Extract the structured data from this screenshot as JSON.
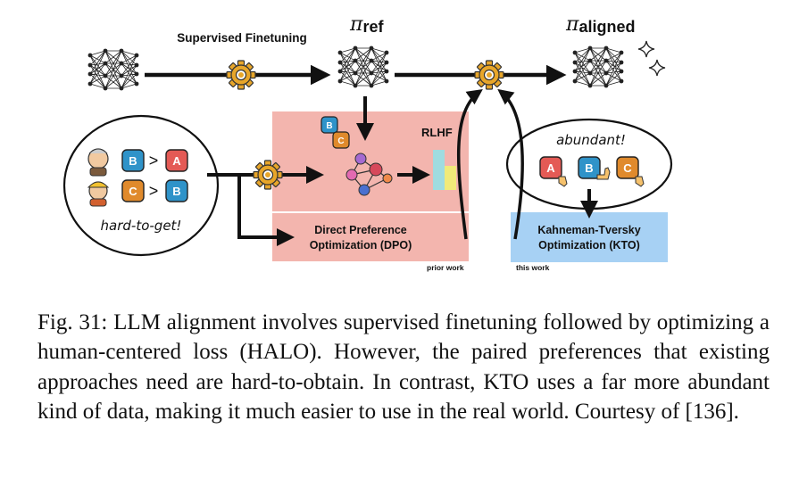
{
  "labels": {
    "sft": "Supervised Finetuning",
    "pi_symbol": "π",
    "pi_ref_sub": "ref",
    "pi_aligned_sub": "aligned",
    "rlhf": "RLHF",
    "dpo_line1": "Direct Preference",
    "dpo_line2": "Optimization (DPO)",
    "kto_line1": "Kahneman-Tversky",
    "kto_line2": "Optimization (KTO)",
    "prior_work": "prior work",
    "this_work": "this work",
    "hard_to_get": "hard-to-get!",
    "abundant": "abundant!",
    "pref1_left": "B",
    "pref1_right": "A",
    "pref2_left": "C",
    "pref2_right": "B",
    "gt": ">",
    "mini_b": "B",
    "mini_c": "C",
    "thumb_a": "A",
    "thumb_b": "B",
    "thumb_c": "C"
  },
  "colors": {
    "dpo_pink": "#f3b5ae",
    "kto_blue": "#a7d1f4",
    "tag_a": "#e45a55",
    "tag_b": "#2f93c9",
    "tag_c": "#e08a2c",
    "bar_teal": "#9fdce0",
    "bar_yellow": "#f1ea79"
  },
  "caption": {
    "text": "Fig. 31: LLM alignment involves supervised finetuning followed by optimizing a human-centered loss (HALO). However, the paired preferences that existing approaches need are hard-to-obtain. In contrast, KTO uses a far more abundant kind of data, making it much easier to use in the real world. Courtesy of [136]."
  }
}
